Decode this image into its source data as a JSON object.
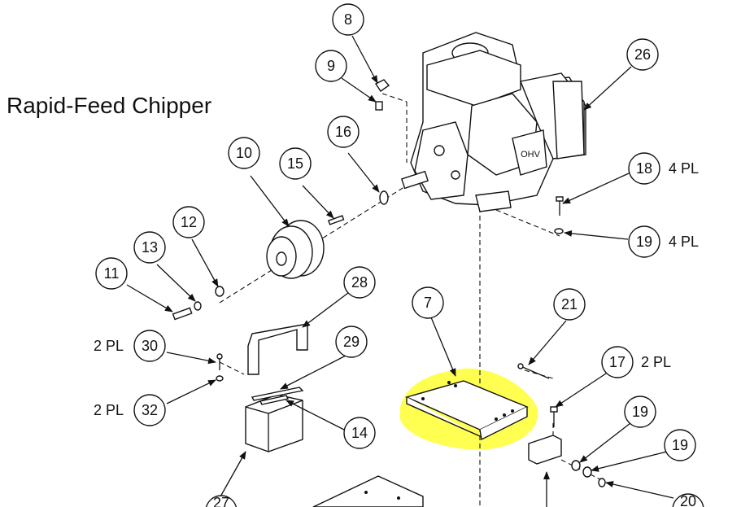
{
  "title": "Rapid-Feed Chipper",
  "highlight_color": "#ffff33",
  "callouts": [
    {
      "id": "c8",
      "label": "8"
    },
    {
      "id": "c9",
      "label": "9"
    },
    {
      "id": "c26",
      "label": "26"
    },
    {
      "id": "c10",
      "label": "10"
    },
    {
      "id": "c15",
      "label": "15"
    },
    {
      "id": "c16",
      "label": "16"
    },
    {
      "id": "c18",
      "label": "18",
      "qty": "4 PL"
    },
    {
      "id": "c19a",
      "label": "19",
      "qty": "4 PL"
    },
    {
      "id": "c12",
      "label": "12"
    },
    {
      "id": "c13",
      "label": "13"
    },
    {
      "id": "c11",
      "label": "11"
    },
    {
      "id": "c28",
      "label": "28"
    },
    {
      "id": "c7",
      "label": "7"
    },
    {
      "id": "c21",
      "label": "21"
    },
    {
      "id": "c30",
      "label": "30",
      "qty": "2 PL"
    },
    {
      "id": "c29",
      "label": "29"
    },
    {
      "id": "c17",
      "label": "17",
      "qty": "2 PL"
    },
    {
      "id": "c32",
      "label": "32",
      "qty": "2 PL"
    },
    {
      "id": "c14",
      "label": "14"
    },
    {
      "id": "c19b",
      "label": "19"
    },
    {
      "id": "c19c",
      "label": "19"
    },
    {
      "id": "c27",
      "label": "27"
    },
    {
      "id": "c20",
      "label": "20"
    }
  ],
  "engine_badge": "OHV"
}
